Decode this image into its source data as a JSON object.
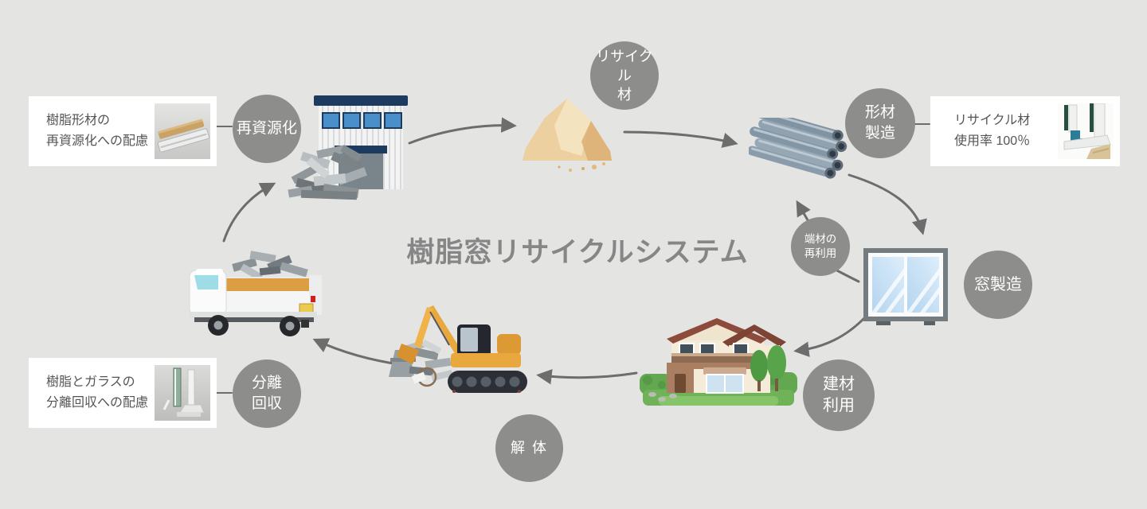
{
  "title": "樹脂窓リサイクルシステム",
  "cycle_nodes": {
    "resource_recovery": "再資源化",
    "recycled_material": "リサイクル\n材",
    "profile_manufacturing": "形材\n製造",
    "offcut_reuse": "端材の\n再利用",
    "window_manufacturing": "窓製造",
    "building_material_use": "建材\n利用",
    "demolition": "解 体",
    "separation_collection": "分離\n回収"
  },
  "callouts": {
    "profile_recycling_note": "樹脂形材の\n再資源化への配慮",
    "recycled_usage_note": "リサイクル材\n使用率 100％",
    "separation_note": "樹脂とガラスの\n分離回収への配慮"
  },
  "illustrations": [
    "factory-with-scrap-pile",
    "recycled-powder-pile",
    "extruded-pipe-bundle",
    "double-pane-window",
    "house-with-garden",
    "excavator-with-debris",
    "truck-loaded-with-scrap",
    "resin-profile-bars",
    "window-frame-cross-section",
    "glass-and-frame-separation"
  ],
  "colors": {
    "background": "#e4e4e3",
    "node_circle": "#8d8d8b",
    "arrow": "#6d6d6d",
    "title_text": "#868686",
    "callout_bg": "#ffffff",
    "callout_text": "#555555"
  }
}
